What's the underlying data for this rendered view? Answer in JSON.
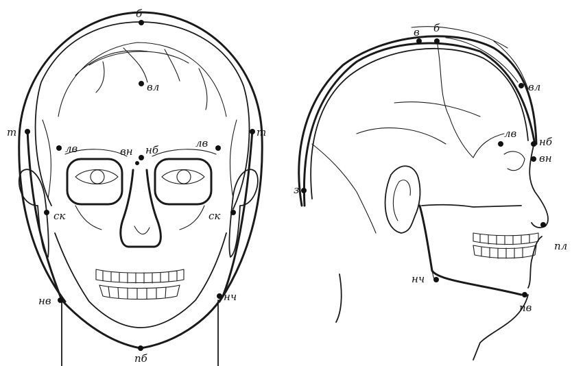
{
  "front_view": {
    "landmarks": [
      {
        "id": "b",
        "label": "б"
      },
      {
        "id": "vl",
        "label": "вл"
      },
      {
        "id": "t_left",
        "label": "т"
      },
      {
        "id": "t_right",
        "label": "т"
      },
      {
        "id": "lv_left",
        "label": "лв"
      },
      {
        "id": "lv_right",
        "label": "лв"
      },
      {
        "id": "vn",
        "label": "вн"
      },
      {
        "id": "nb",
        "label": "нб"
      },
      {
        "id": "sk_left",
        "label": "ск"
      },
      {
        "id": "sk_right",
        "label": "ск"
      },
      {
        "id": "nv",
        "label": "нв"
      },
      {
        "id": "nch",
        "label": "нч"
      },
      {
        "id": "pb",
        "label": "пб"
      }
    ]
  },
  "side_view": {
    "landmarks": [
      {
        "id": "v",
        "label": "в"
      },
      {
        "id": "b",
        "label": "б"
      },
      {
        "id": "vl",
        "label": "вл"
      },
      {
        "id": "lv",
        "label": "лв"
      },
      {
        "id": "nb",
        "label": "нб"
      },
      {
        "id": "vn",
        "label": "вн"
      },
      {
        "id": "z",
        "label": "з"
      },
      {
        "id": "pl",
        "label": "пл"
      },
      {
        "id": "nch",
        "label": "нч"
      },
      {
        "id": "pv",
        "label": "пв"
      }
    ]
  }
}
